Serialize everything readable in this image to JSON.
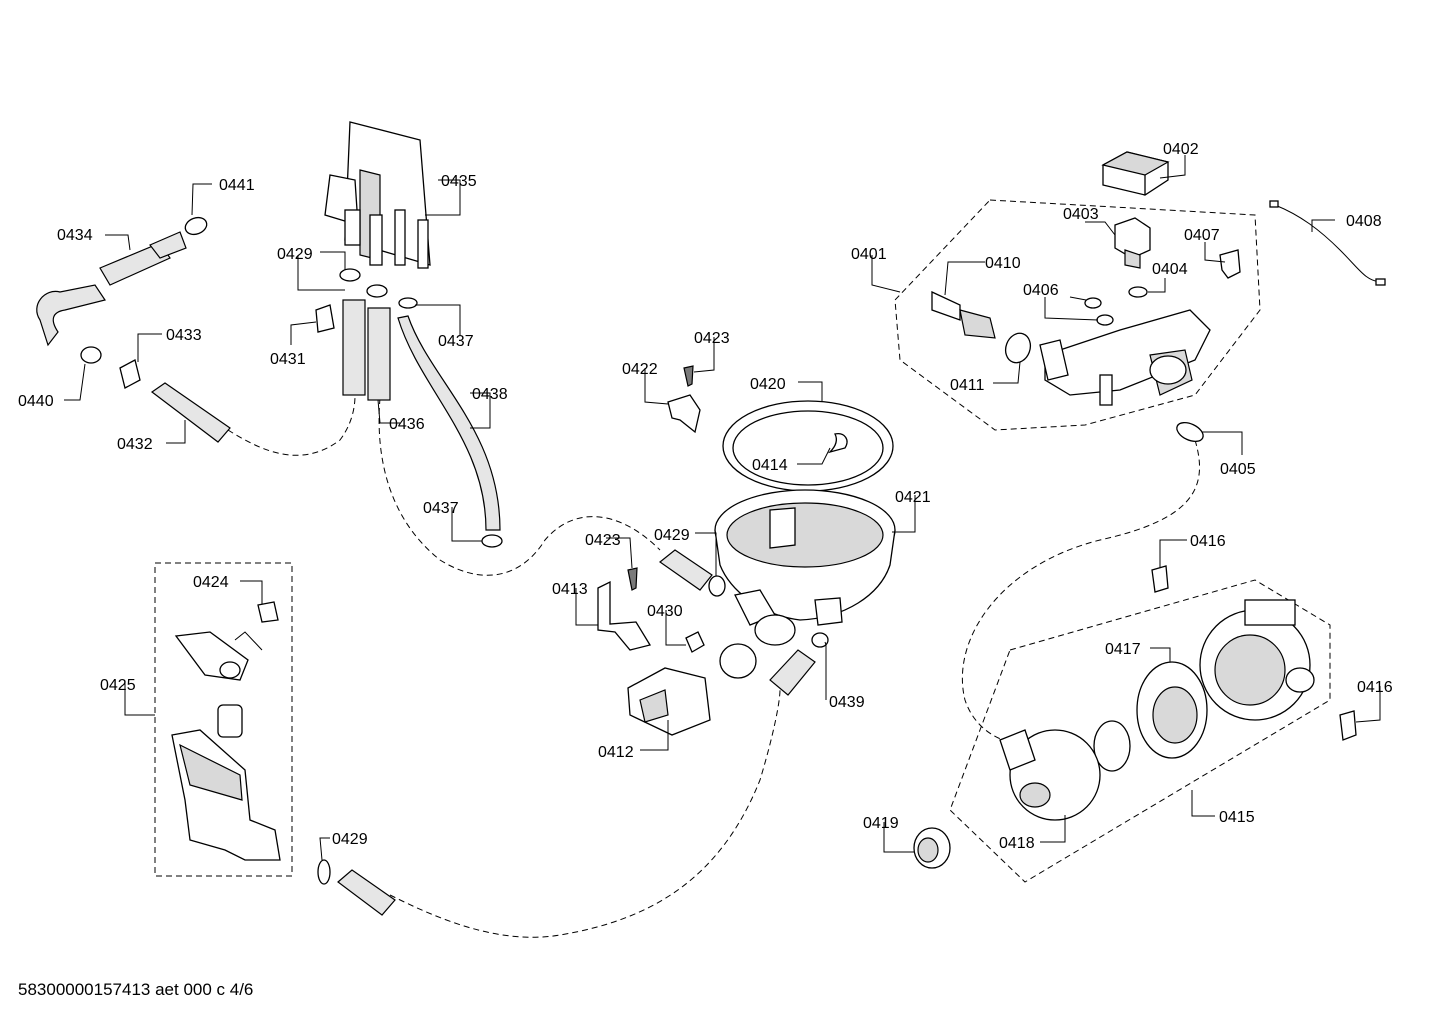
{
  "document_code": "58300000157413 aet 000 c 4/6",
  "labels": {
    "l0402": "0402",
    "l0403": "0403",
    "l0407": "0407",
    "l0408": "0408",
    "l0401": "0401",
    "l0410": "0410",
    "l0404": "0404",
    "l0406": "0406",
    "l0411": "0411",
    "l0405": "0405",
    "l0441": "0441",
    "l0435": "0435",
    "l0434": "0434",
    "l0429a": "0429",
    "l0433": "0433",
    "l0431": "0431",
    "l0437a": "0437",
    "l0440": "0440",
    "l0438": "0438",
    "l0436": "0436",
    "l0432": "0432",
    "l0437b": "0437",
    "l0423a": "0423",
    "l0422": "0422",
    "l0420": "0420",
    "l0414": "0414",
    "l0421": "0421",
    "l0429b": "0429",
    "l0423b": "0423",
    "l0413": "0413",
    "l0430": "0430",
    "l0439": "0439",
    "l0412": "0412",
    "l0416a": "0416",
    "l0417": "0417",
    "l0416b": "0416",
    "l0424": "0424",
    "l0425": "0425",
    "l0429c": "0429",
    "l0419": "0419",
    "l0418": "0418",
    "l0415": "0415"
  }
}
